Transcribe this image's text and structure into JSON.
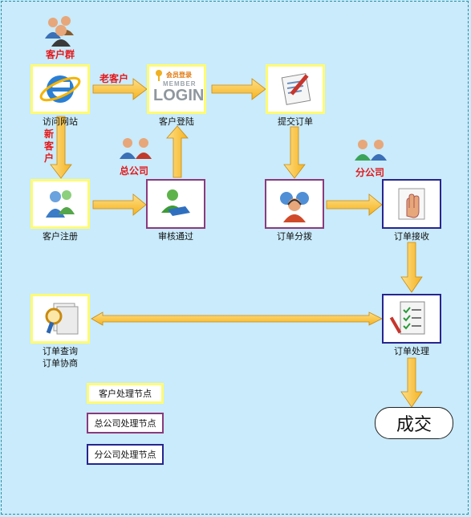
{
  "nodes": {
    "visit_site": "访问网站",
    "login": "客户登陆",
    "submit_order": "提交订单",
    "register": "客户注册",
    "review": "审核通过",
    "dispatch": "订单分拨",
    "receive": "订单接收",
    "query_line1": "订单查询",
    "query_line2": "订单协商",
    "process": "订单处理",
    "done": "成交"
  },
  "tags": {
    "customers": "客户群",
    "old_customer": "老客户",
    "new_customer": "新\n客\n户",
    "hq": "总公司",
    "branch": "分公司"
  },
  "login_logo": {
    "top": "会员登录",
    "mid": "MEMBER",
    "main": "LOGIN"
  },
  "legend": {
    "customer": "客户处理节点",
    "hq": "总公司处理节点",
    "branch": "分公司处理节点"
  },
  "colors": {
    "background": "#c9ebfb",
    "customer_border": "#fffb74",
    "hq_border": "#8a3a7c",
    "branch_border": "#27258f",
    "arrow_fill": "#fbbf36",
    "tag_text": "#e3191c"
  },
  "icons": [
    "people-icon",
    "ie-icon",
    "login-icon",
    "document-pen-icon",
    "users-icon",
    "handshake-icon",
    "call-center-icon",
    "hand-document-icon",
    "search-document-icon",
    "checklist-icon"
  ]
}
